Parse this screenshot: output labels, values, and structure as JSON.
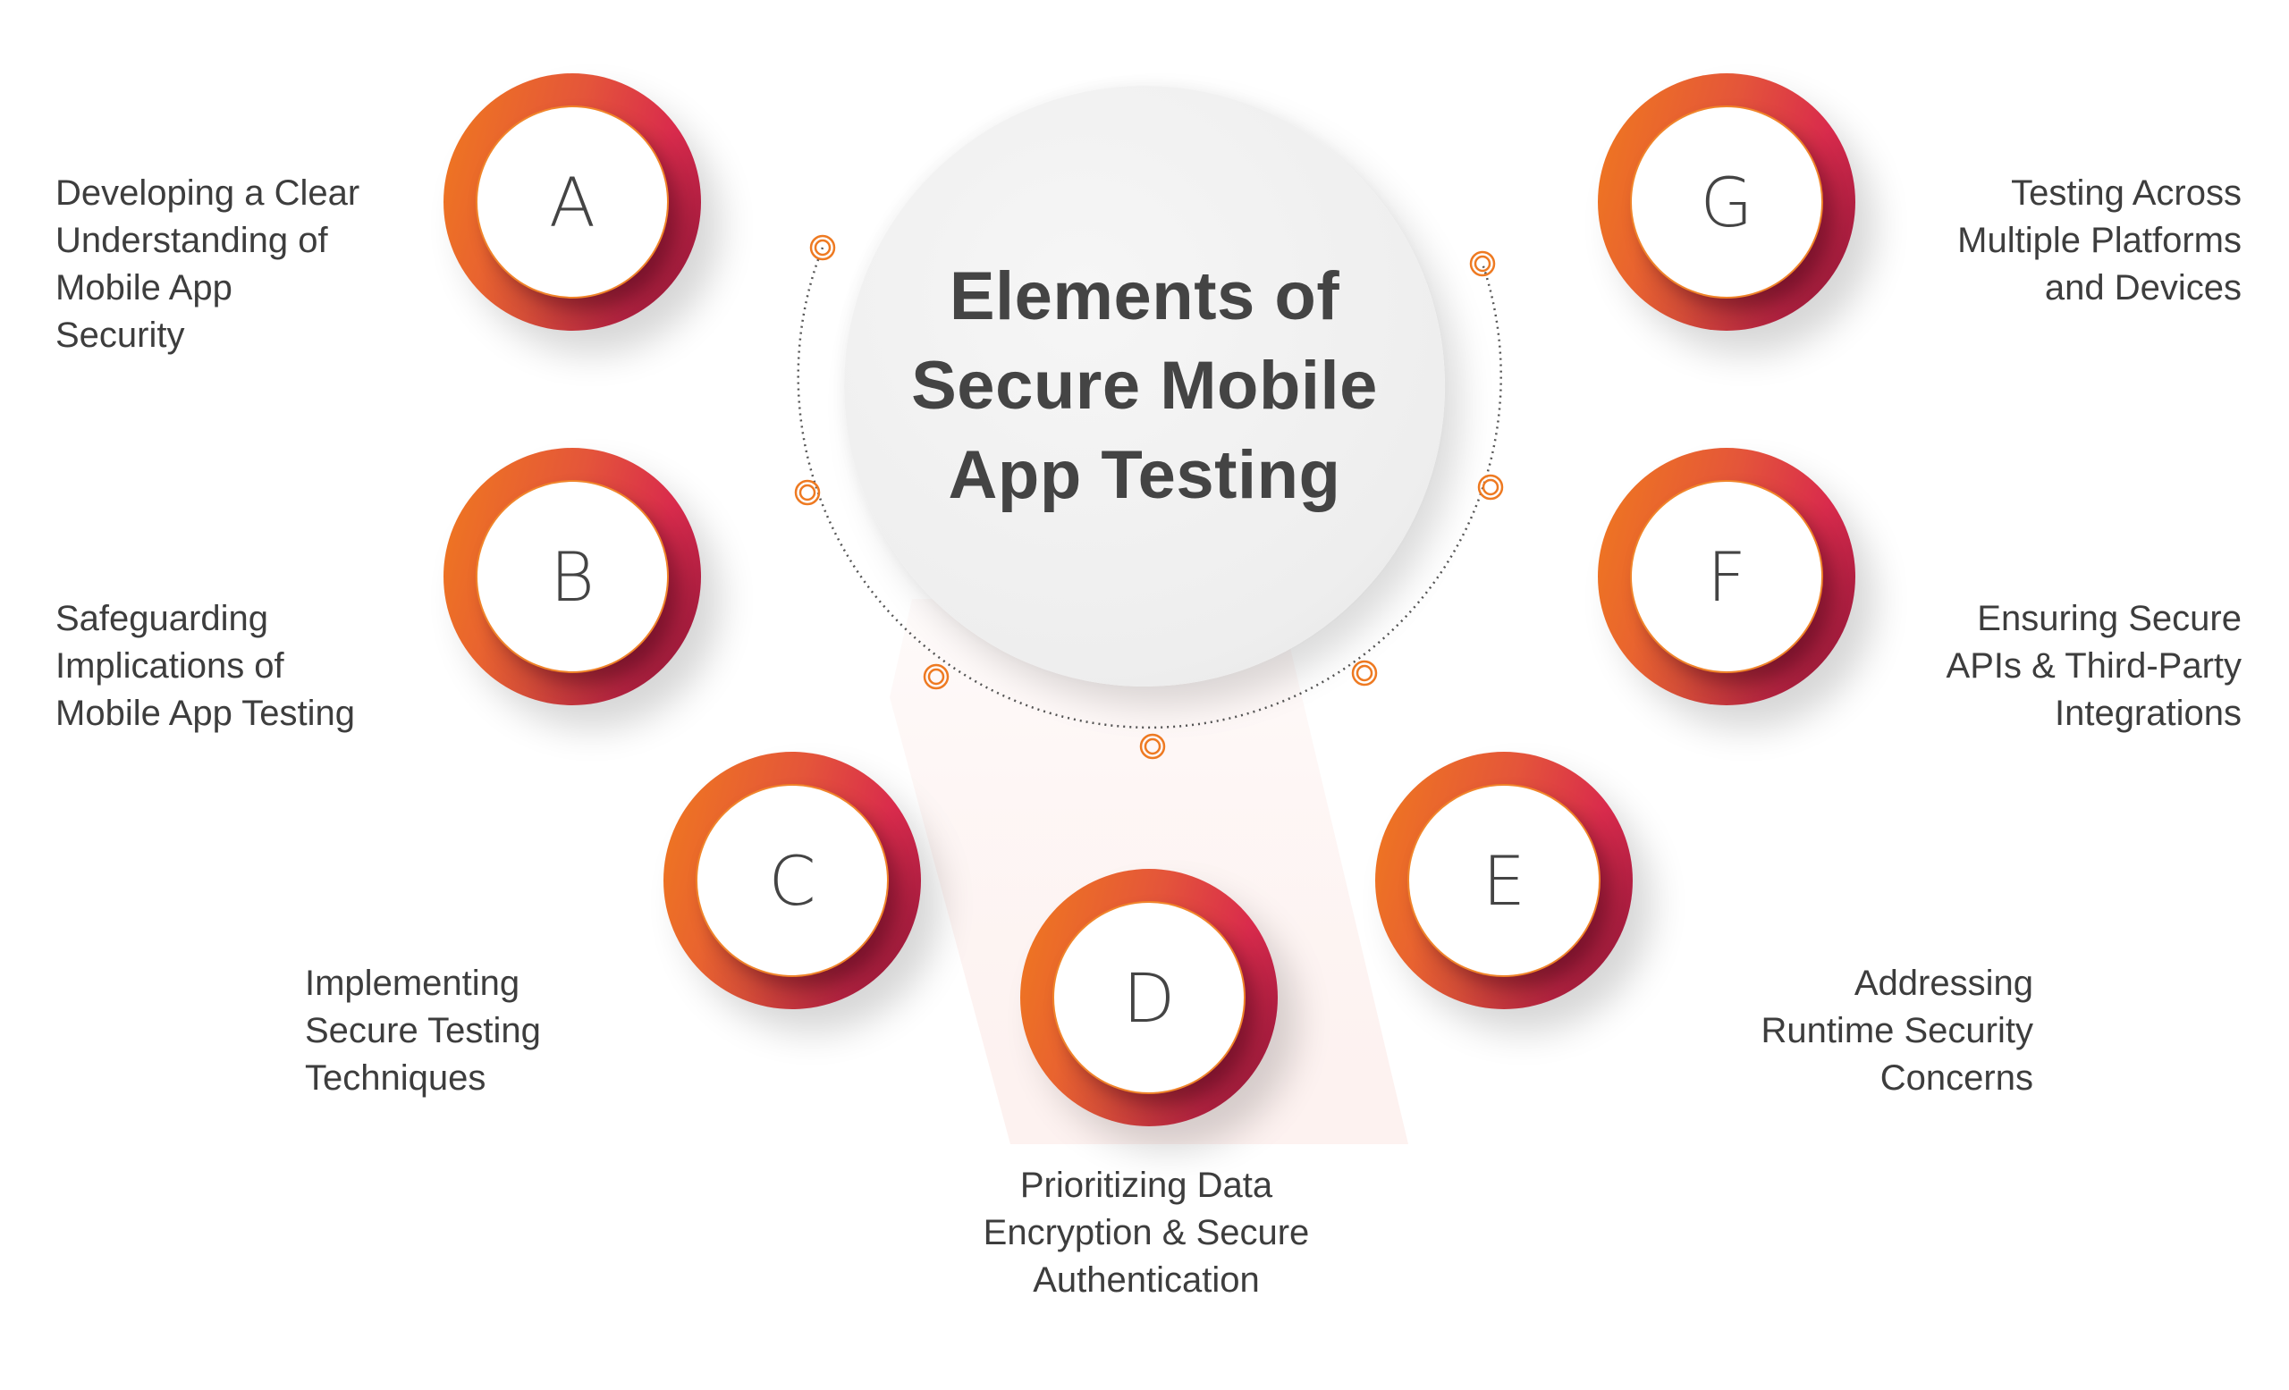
{
  "title": "Elements of\nSecure Mobile\nApp Testing",
  "colors": {
    "ring_start": "#f07a1e",
    "ring_end": "#d92b4c",
    "text": "#444444",
    "marker": "#ee7a22"
  },
  "elements": [
    {
      "letter": "A",
      "text": "Developing a Clear\nUnderstanding of\nMobile App\nSecurity"
    },
    {
      "letter": "B",
      "text": "Safeguarding\nImplications of\nMobile App Testing"
    },
    {
      "letter": "C",
      "text": "Implementing\nSecure Testing\nTechniques"
    },
    {
      "letter": "D",
      "text": "Prioritizing Data\nEncryption & Secure\nAuthentication"
    },
    {
      "letter": "E",
      "text": "Addressing\nRuntime Security\nConcerns"
    },
    {
      "letter": "F",
      "text": "Ensuring Secure\nAPIs & Third-Party\nIntegrations"
    },
    {
      "letter": "G",
      "text": "Testing Across\nMultiple Platforms\nand Devices"
    }
  ]
}
